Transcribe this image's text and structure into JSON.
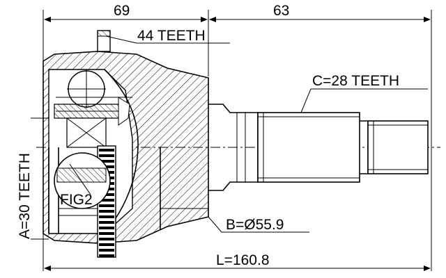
{
  "dimensions": {
    "top_left": "69",
    "top_right": "63",
    "outer_teeth": "44 TEETH",
    "spline_teeth": "C=28 TEETH",
    "abs_teeth": "A=30 TEETH",
    "seal_diameter": "B=Ø55.9",
    "total_length": "L=160.8",
    "fig_label": "FIG2"
  }
}
